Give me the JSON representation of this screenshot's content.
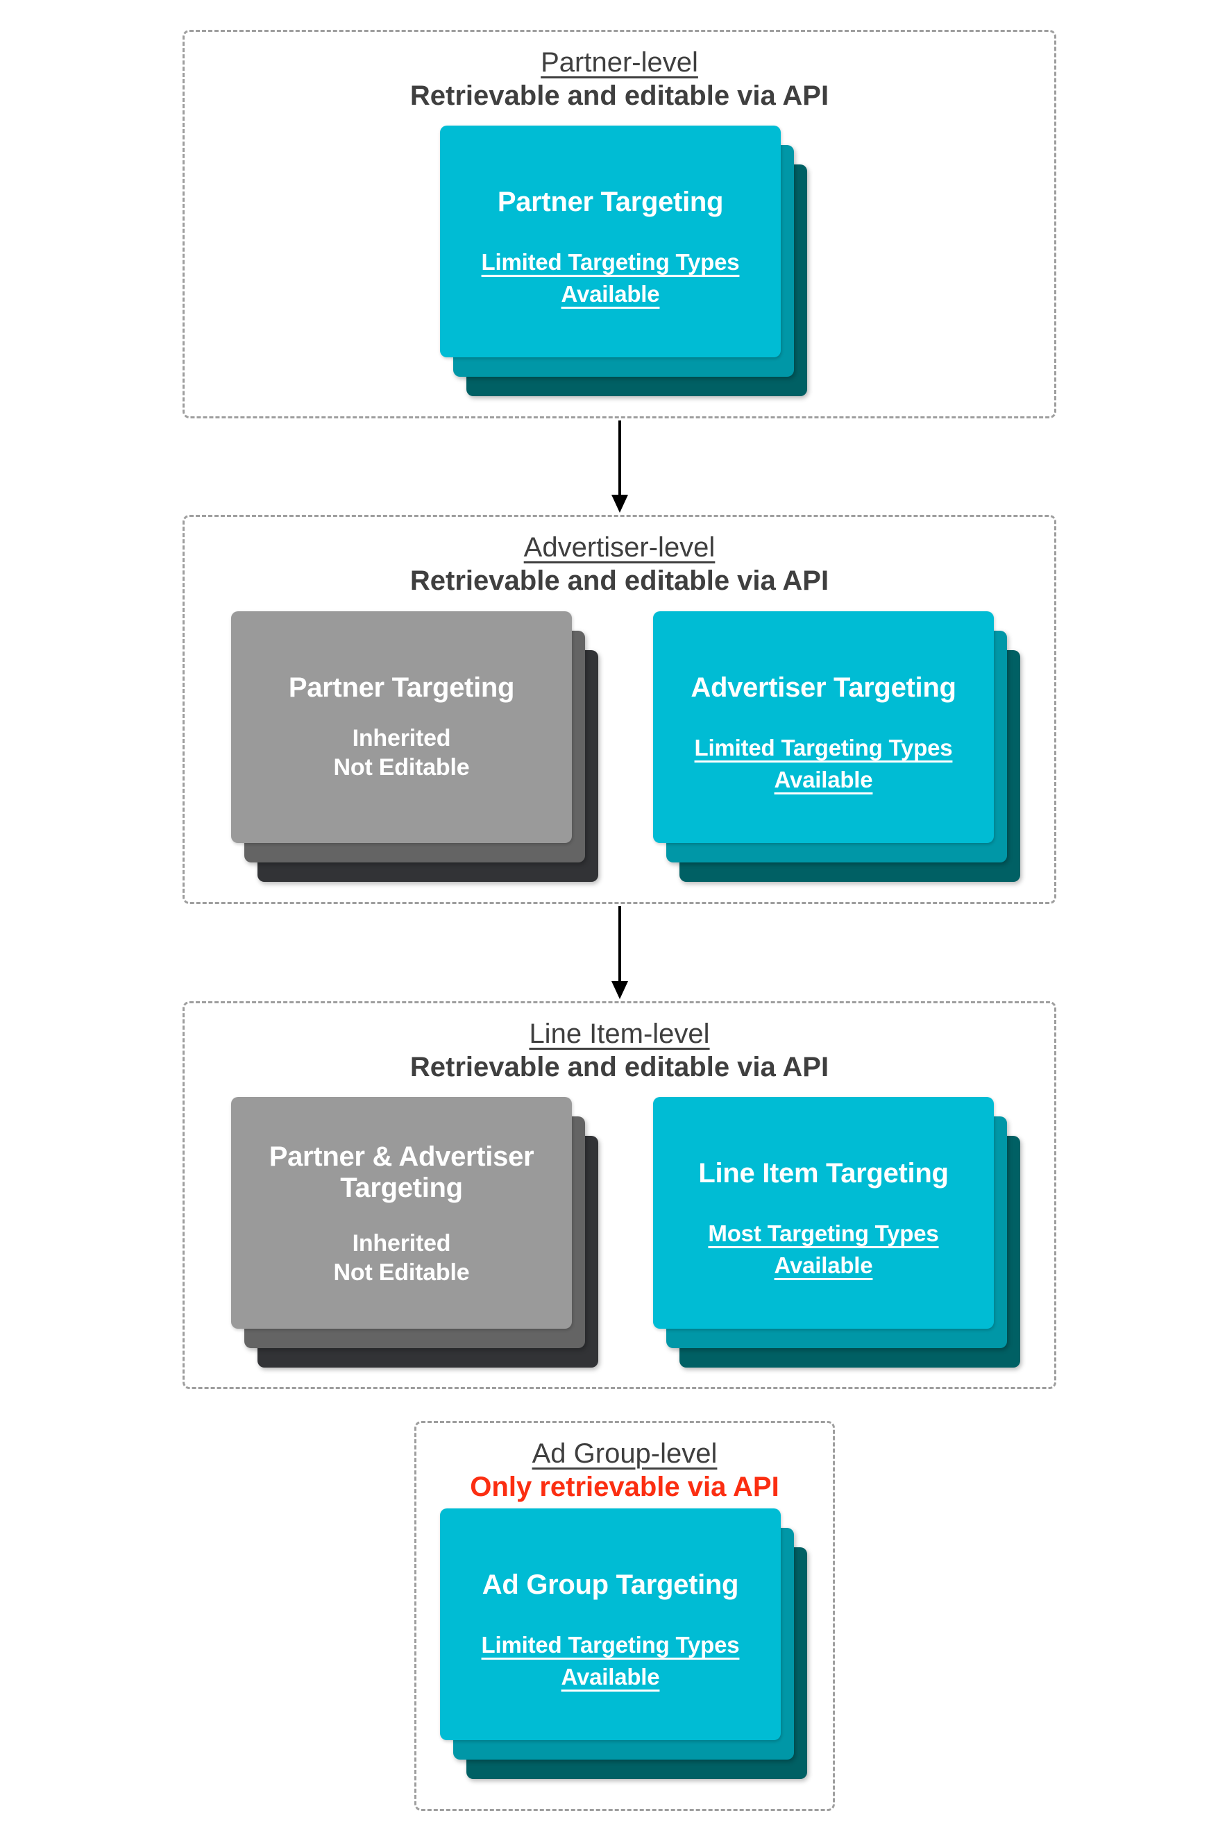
{
  "colors": {
    "teal_face": "#00bcd4",
    "teal_mid": "#0097a7",
    "teal_dark": "#006064",
    "gray_face": "#9a9a9a",
    "gray_mid": "#646464",
    "gray_dark": "#323336",
    "heading_text": "#3f3f3f",
    "red_text": "#fb2e11",
    "card_text": "#ffffff",
    "dashed_border": "#9e9e9e",
    "arrow": "#000000"
  },
  "sections": [
    {
      "level": "Partner-level",
      "api_note": "Retrievable and editable via API",
      "cards": [
        {
          "variant": "teal",
          "title_lines": [
            "Partner Targeting"
          ],
          "subtitle_lines": [
            "Limited Targeting Types",
            "Available"
          ],
          "subtitle_underlined": true
        }
      ]
    },
    {
      "level": "Advertiser-level",
      "api_note": "Retrievable and editable via API",
      "cards": [
        {
          "variant": "gray",
          "title_lines": [
            "Partner Targeting"
          ],
          "subtitle_lines": [
            "Inherited",
            "Not Editable"
          ],
          "subtitle_underlined": false
        },
        {
          "variant": "teal",
          "title_lines": [
            "Advertiser Targeting"
          ],
          "subtitle_lines": [
            "Limited Targeting Types",
            "Available"
          ],
          "subtitle_underlined": true
        }
      ]
    },
    {
      "level": "Line Item-level",
      "api_note": "Retrievable and editable via API",
      "cards": [
        {
          "variant": "gray",
          "title_lines": [
            "Partner & Advertiser",
            "Targeting"
          ],
          "subtitle_lines": [
            "Inherited",
            "Not Editable"
          ],
          "subtitle_underlined": false
        },
        {
          "variant": "teal",
          "title_lines": [
            "Line Item Targeting"
          ],
          "subtitle_lines": [
            "Most Targeting Types",
            "Available"
          ],
          "subtitle_underlined": true
        }
      ]
    },
    {
      "level": "Ad Group-level",
      "api_note": "Only retrievable via API",
      "cards": [
        {
          "variant": "teal",
          "title_lines": [
            "Ad Group Targeting"
          ],
          "subtitle_lines": [
            "Limited Targeting Types",
            "Available"
          ],
          "subtitle_underlined": true
        }
      ]
    }
  ]
}
